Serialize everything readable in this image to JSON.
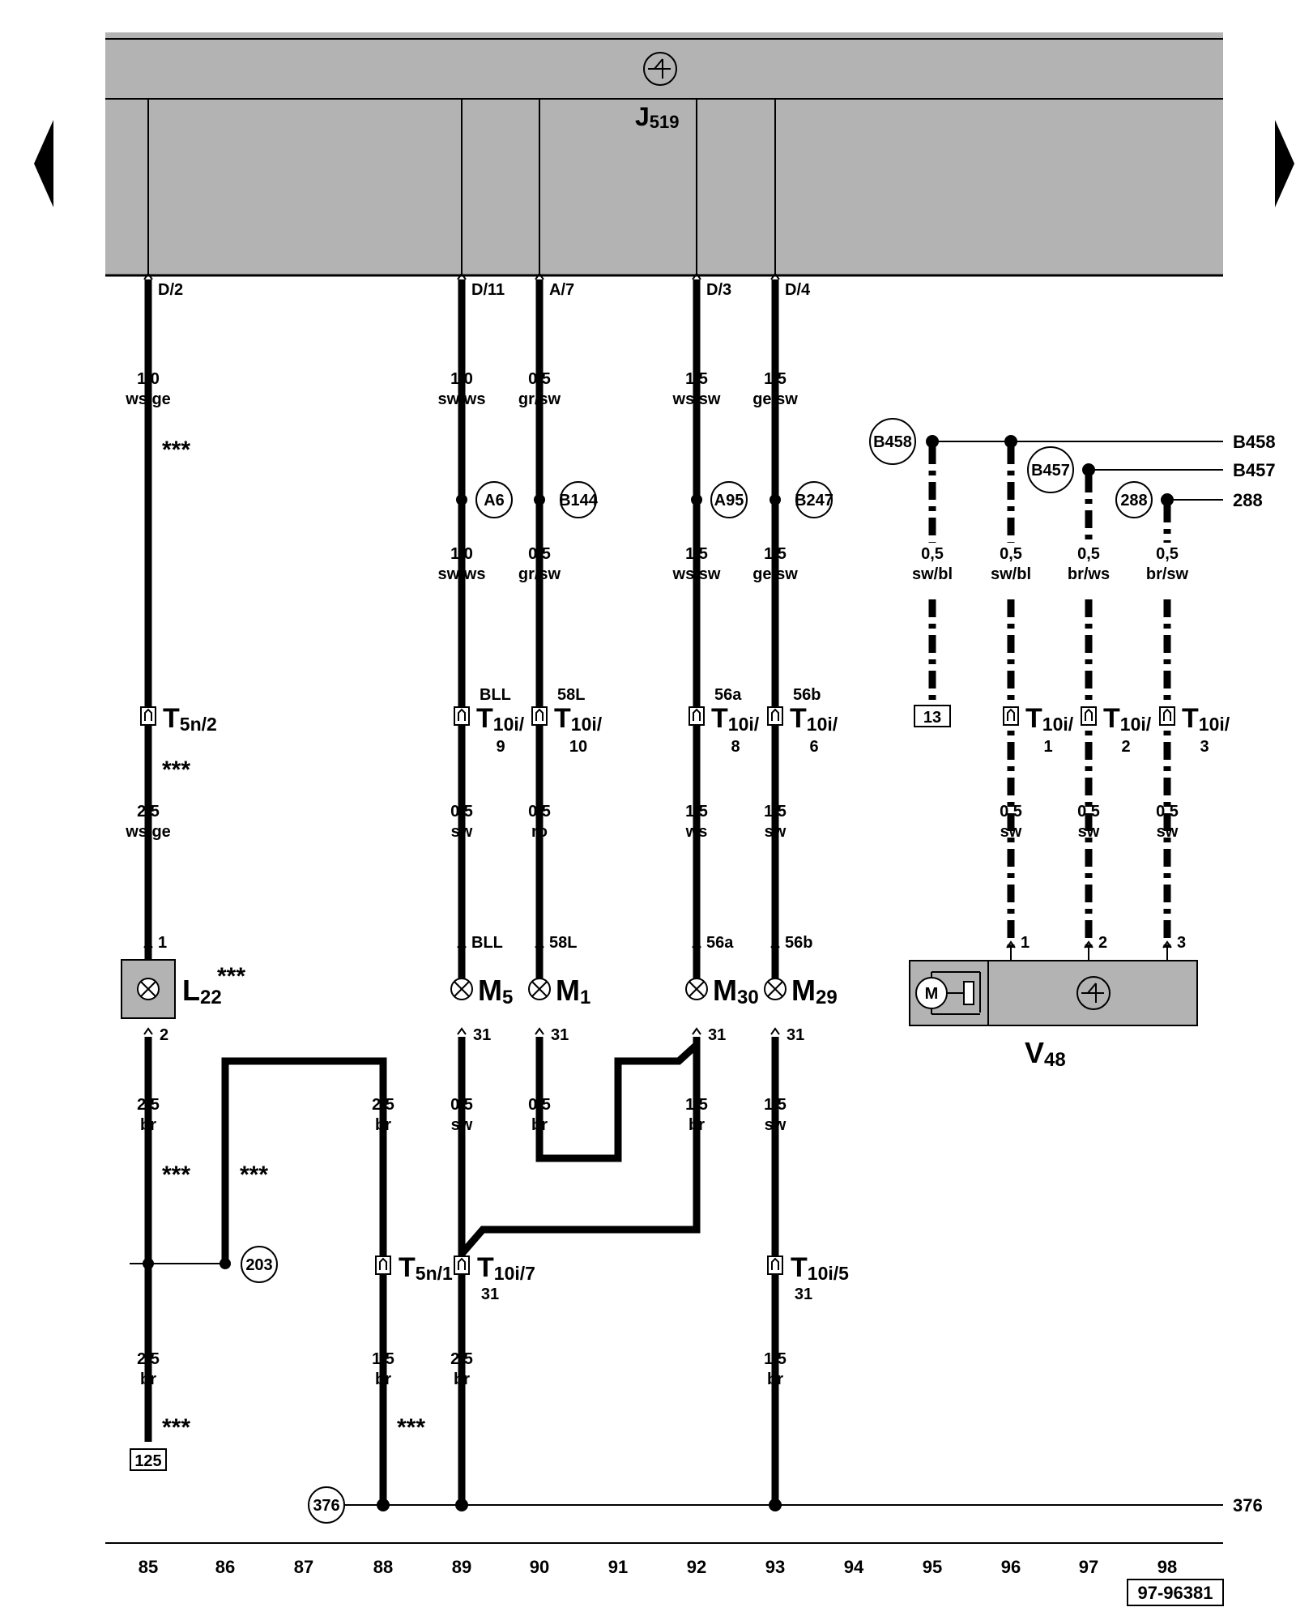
{
  "control_unit": {
    "name": "J",
    "sub": "519"
  },
  "pins": [
    "D/2",
    "D/11",
    "A/7",
    "D/3",
    "D/4"
  ],
  "wires_top": [
    {
      "size": "1,0",
      "color": "ws/ge"
    },
    {
      "size": "1,0",
      "color": "sw/ws"
    },
    {
      "size": "0,5",
      "color": "gr/sw"
    },
    {
      "size": "1,5",
      "color": "ws/sw"
    },
    {
      "size": "1,5",
      "color": "ge/sw"
    }
  ],
  "junctions": [
    "A6",
    "B144",
    "A95",
    "B247"
  ],
  "wires_mid": [
    {
      "size": "1,0",
      "color": "sw/ws"
    },
    {
      "size": "0,5",
      "color": "gr/sw"
    },
    {
      "size": "1,5",
      "color": "ws/sw"
    },
    {
      "size": "1,5",
      "color": "ge/sw"
    }
  ],
  "connectors_top": [
    {
      "main": "T",
      "sub": "5n/2",
      "signal": "",
      "num": ""
    },
    {
      "main": "T",
      "sub": "10i/",
      "signal": "BLL",
      "num": "9"
    },
    {
      "main": "T",
      "sub": "10i/",
      "signal": "58L",
      "num": "10"
    },
    {
      "main": "T",
      "sub": "10i/",
      "signal": "56a",
      "num": "8"
    },
    {
      "main": "T",
      "sub": "10i/",
      "signal": "56b",
      "num": "6"
    }
  ],
  "wires_low": [
    {
      "size": "2,5",
      "color": "ws/ge"
    },
    {
      "size": "0,5",
      "color": "sw"
    },
    {
      "size": "0,5",
      "color": "ro"
    },
    {
      "size": "1,5",
      "color": "ws"
    },
    {
      "size": "1,5",
      "color": "sw"
    }
  ],
  "lamp_pins_top": [
    "1",
    "BLL",
    "58L",
    "56a",
    "56b"
  ],
  "components": [
    {
      "main": "L",
      "sub": "22",
      "note": "***"
    },
    {
      "main": "M",
      "sub": "5",
      "note": ""
    },
    {
      "main": "M",
      "sub": "1",
      "note": ""
    },
    {
      "main": "M",
      "sub": "30",
      "note": ""
    },
    {
      "main": "M",
      "sub": "29",
      "note": ""
    }
  ],
  "lamp_pins_bottom": [
    "2",
    "31",
    "31",
    "31",
    "31"
  ],
  "wires_bottom": [
    {
      "size": "2,5",
      "color": "br"
    },
    {
      "size": "2,5",
      "color": "br"
    },
    {
      "size": "0,5",
      "color": "sw"
    },
    {
      "size": "0,5",
      "color": "br"
    },
    {
      "size": "1,5",
      "color": "br"
    },
    {
      "size": "1,5",
      "color": "sw"
    }
  ],
  "ground_point": "203",
  "connectors_bottom": [
    {
      "main": "T",
      "sub": "5n/1",
      "num": ""
    },
    {
      "main": "T",
      "sub": "10i/7",
      "num": "31"
    },
    {
      "main": "T",
      "sub": "10i/5",
      "num": "31"
    }
  ],
  "wires_ground": [
    {
      "size": "2,5",
      "color": "br"
    },
    {
      "size": "1,5",
      "color": "br"
    },
    {
      "size": "2,5",
      "color": "br"
    },
    {
      "size": "1,5",
      "color": "br"
    }
  ],
  "ref_125": "125",
  "ground_376": "376",
  "stars": "***",
  "right_section": {
    "bus": [
      {
        "label": "B458",
        "end": "B458"
      },
      {
        "label": "B457",
        "end": "B457"
      },
      {
        "label": "288",
        "end": "288"
      }
    ],
    "wires_top": [
      {
        "size": "0,5",
        "color": "sw/bl"
      },
      {
        "size": "0,5",
        "color": "sw/bl"
      },
      {
        "size": "0,5",
        "color": "br/ws"
      },
      {
        "size": "0,5",
        "color": "br/sw"
      }
    ],
    "ref_13": "13",
    "connectors": [
      {
        "main": "T",
        "sub": "10i/",
        "num": "1"
      },
      {
        "main": "T",
        "sub": "10i/",
        "num": "2"
      },
      {
        "main": "T",
        "sub": "10i/",
        "num": "3"
      }
    ],
    "wires_low": [
      {
        "size": "0,5",
        "color": "sw"
      },
      {
        "size": "0,5",
        "color": "sw"
      },
      {
        "size": "0,5",
        "color": "sw"
      }
    ],
    "motor_pins": [
      "1",
      "2",
      "3"
    ],
    "motor_label": "M",
    "motor_name": {
      "main": "V",
      "sub": "48"
    }
  },
  "tracks": [
    "85",
    "86",
    "87",
    "88",
    "89",
    "90",
    "91",
    "92",
    "93",
    "94",
    "95",
    "96",
    "97",
    "98"
  ],
  "doc_id": "97-96381"
}
